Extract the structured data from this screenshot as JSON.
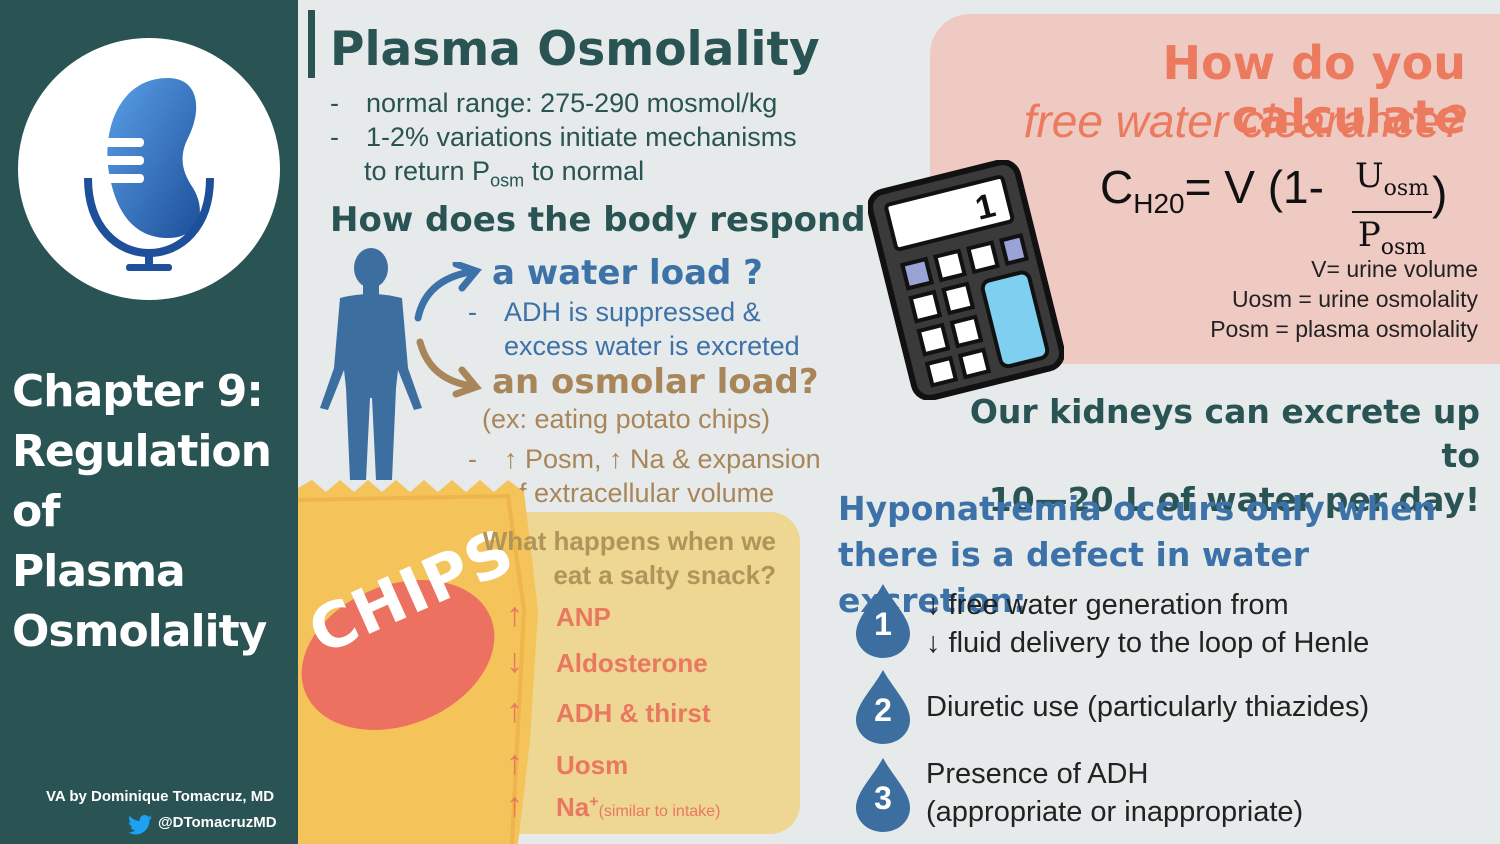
{
  "sidebar": {
    "chapter_title": [
      "Chapter 9:",
      "Regulation of",
      "Plasma",
      "Osmolality"
    ],
    "credit": "VA by Dominique Tomacruz, MD",
    "handle": "@DTomacruzMD"
  },
  "main": {
    "title": "Plasma Osmolality",
    "bullets": [
      {
        "dash": "-",
        "text": "normal range: 275-290 mosmol/kg"
      },
      {
        "dash": "-",
        "text": "1-2% variations initiate mechanisms"
      }
    ],
    "bullet2_cont_pre": "to return P",
    "bullet2_cont_sub": "osm",
    "bullet2_cont_post": " to normal",
    "question": "How does the body respond to… ?",
    "water_load": {
      "title": "a water load ?",
      "dash": "-",
      "answer_l1": "ADH is suppressed &",
      "answer_l2": "excess water is excreted"
    },
    "osmolar_load": {
      "title": "an osmolar load?",
      "example": "(ex: eating potato chips)",
      "dash": "-",
      "answer_l1": "↑ Posm, ↑ Na & expansion",
      "answer_l2": "of extracellular volume"
    },
    "chips_label": "CHIPS",
    "snack": {
      "question_l1": "What happens when we",
      "question_l2": "eat a salty snack?",
      "items": [
        {
          "arrow": "↑",
          "label": "ANP",
          "sup": "",
          "note": ""
        },
        {
          "arrow": "↓",
          "label": "Aldosterone",
          "sup": "",
          "note": ""
        },
        {
          "arrow": "↑",
          "label": "ADH & thirst",
          "sup": "",
          "note": ""
        },
        {
          "arrow": "↑",
          "label": "Uosm",
          "sup": "",
          "note": ""
        },
        {
          "arrow": "↑",
          "label": "Na",
          "sup": "+",
          "note": "(similar to intake)"
        }
      ]
    }
  },
  "calc": {
    "title_l1": "How do you calculate",
    "title_l2": "free water clearance?",
    "calculator_display": "1",
    "formula": {
      "lhs": "C",
      "lhs_sub": "H20",
      "eq": "= V (1- ",
      "num": "U",
      "num_sub": "osm",
      "den": "P",
      "den_sub": "osm",
      "close": " )"
    },
    "defs": [
      "V= urine volume",
      "Uosm = urine osmolality",
      "Posm = plasma osmolality"
    ]
  },
  "kidney_fact": [
    "Our kidneys can excrete up to",
    "10—20 L of water per day!"
  ],
  "hyponatremia": {
    "title_l1": "Hyponatremia occurs only when",
    "title_l2": "there is a defect in water excretion:",
    "causes": [
      {
        "num": "1",
        "l1": "↓ free water generation from",
        "l2": "↓ fluid delivery to the loop of Henle"
      },
      {
        "num": "2",
        "l1": "Diuretic use (particularly thiazides)",
        "l2": ""
      },
      {
        "num": "3",
        "l1": "Presence of ADH",
        "l2": "(appropriate or inappropriate)"
      }
    ]
  },
  "colors": {
    "sidebar": "#2a5354",
    "blue": "#3c72a8",
    "tan": "#a8865a",
    "coral": "#ec7a5e",
    "drop": "#3c6ea0"
  }
}
